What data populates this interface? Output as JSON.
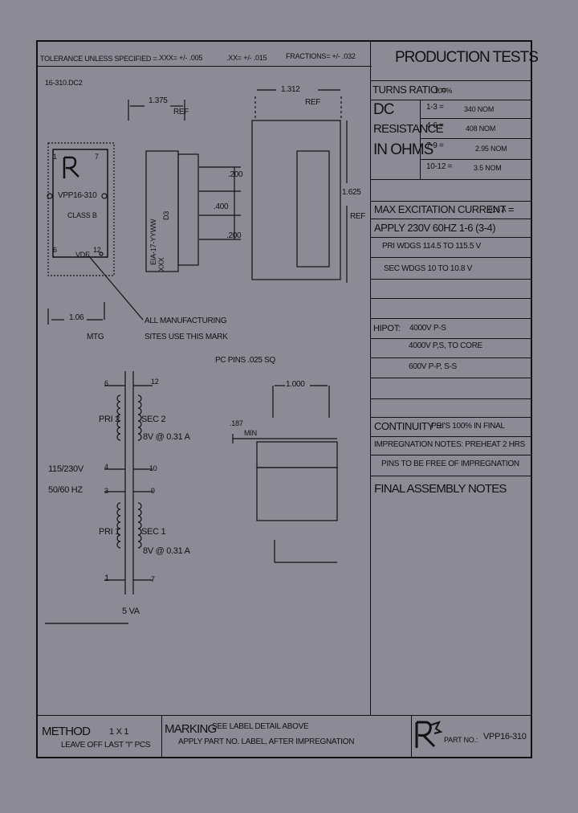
{
  "header": {
    "tolerance": "TOLERANCE UNLESS SPECIFIED =",
    "xxx": ".XXX= +/- .005",
    "xx": ".XX= +/- .015",
    "fractions": "FRACTIONS= +/- .032",
    "drawing_ref": "16-310.DC2"
  },
  "production": {
    "title": "PRODUCTION TESTS",
    "turns_ratio_label": "TURNS RATIO =",
    "turns_ratio_value": "100%",
    "dc_label_1": "DC",
    "dc_label_2": "RESISTANCE",
    "dc_label_3": "IN OHMS",
    "resistance": [
      {
        "pins": "1-3 =",
        "value": "340 NOM"
      },
      {
        "pins": "4-6 =",
        "value": "408 NOM"
      },
      {
        "pins": "7-9 =",
        "value": "2.95 NOM"
      },
      {
        "pins": "10-12 =",
        "value": "3.5 NOM"
      }
    ],
    "max_excitation_label": "MAX EXCITATION CURRENT =",
    "max_excitation_value": ".016 A",
    "apply": "APPLY 230V 60HZ 1-6 (3-4)",
    "pri_wdgs": "PRI WDGS 114.5 TO 115.5 V",
    "sec_wdgs": "SEC WDGS 10 TO 10.8 V",
    "hipot_label": "HIPOT:",
    "hipot_1": "4000V P-S",
    "hipot_2": "4000V P,S, TO CORE",
    "hipot_3": "600V P-P, S-S",
    "continuity_label": "CONTINUITY =",
    "continuity_value": "PRI'S 100% IN FINAL",
    "impregnation": "IMPREGNATION NOTES: PREHEAT 2 HRS",
    "pins_free": "PINS TO BE FREE OF IMPREGNATION"
  },
  "final_assembly": {
    "title": "FINAL ASSEMBLY NOTES"
  },
  "drawing": {
    "dim_1375": "1.375",
    "ref": "REF",
    "dim_1312": "1.312",
    "dim_200_top": ".200",
    "dim_400": ".400",
    "dim_200_bot": ".200",
    "dim_1625": "1.625",
    "dim_106": "1.06",
    "mtg": "MTG",
    "label_part": "VPP16-310",
    "label_class": "CLASS B",
    "label_vde": "VDE",
    "side_code_1": "EIA-17-YYWW",
    "side_code_2": "D3",
    "side_code_3": "XXX",
    "pin_1": "1",
    "pin_6": "6",
    "pin_7": "7",
    "pin_12": "12",
    "note_1": "ALL MANUFACTURING",
    "note_2": "SITES USE THIS MARK",
    "pc_pins": "PC PINS .025 SQ",
    "dim_1000": "1.000",
    "dim_187": ".187",
    "min": "MIN"
  },
  "schematic": {
    "pri2": "PRI 2",
    "sec2": "SEC 2",
    "sec2_rating": "8V @ 0.31 A",
    "input_v": "115/230V",
    "input_hz": "50/60 HZ",
    "pri1": "PRI 1",
    "sec1": "SEC 1",
    "sec1_rating": "8V @ 0.31 A",
    "power": "5 VA",
    "p1": "1",
    "p3": "3",
    "p4": "4",
    "p6": "6",
    "p7": "7",
    "p9": "9",
    "p10": "10",
    "p12": "12"
  },
  "footer": {
    "method_label": "METHOD",
    "method_value": "1 X 1",
    "leave_off": "LEAVE OFF LAST \"I\" PCS",
    "marking_label": "MARKING",
    "marking_value": "SEE LABEL DETAIL ABOVE",
    "apply_part": "APPLY PART NO. LABEL, AFTER IMPREGNATION",
    "part_no_label": "PART NO.:",
    "part_no_value": "VPP16-310"
  }
}
